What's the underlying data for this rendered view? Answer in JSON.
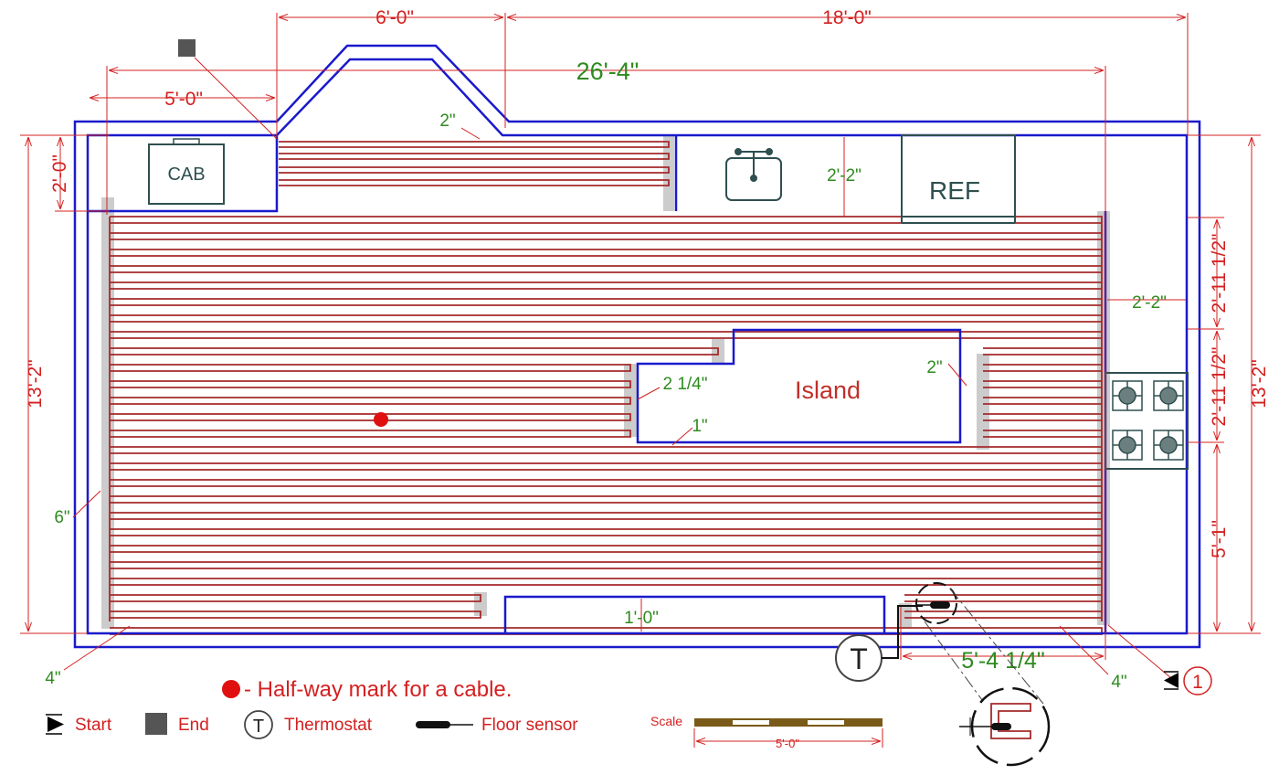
{
  "dimensions": {
    "top_6ft": "6'-0\"",
    "top_18ft": "18'-0\"",
    "total_width": "26'-4\"",
    "cab_width": "5'-0\"",
    "cab_depth": "2'-0\"",
    "left_height": "13'-2\"",
    "right_height": "13'-2\"",
    "right_2ft11_a": "2'-11 1/2\"",
    "right_2ft11_b": "2'-11 1/2\"",
    "right_5ft1": "5'-1\"",
    "sink_depth": "2'-2\"",
    "range_gap": "2'-2\"",
    "bottom_1ft": "1'-0\"",
    "bottom_5ft4": "5'-4 1/4\"",
    "gap_2in_top": "2\"",
    "gap_2in_island": "2\"",
    "gap_2_1_4": "2 1/4\"",
    "gap_1in": "1\"",
    "gap_6in": "6\"",
    "gap_4in_left": "4\"",
    "gap_4in_right": "4\""
  },
  "fixtures": {
    "cab": "CAB",
    "ref": "REF",
    "island": "Island",
    "sink_icon": "sink-icon",
    "range_icon": "cooktop-icon"
  },
  "legend": {
    "halfway_note": "- Half-way mark for a cable.",
    "start": "Start",
    "end": "End",
    "thermostat": "Thermostat",
    "thermostat_symbol": "T",
    "floor_sensor": "Floor sensor",
    "scale_label": "Scale",
    "scale_value": "5'-0\"",
    "section_marker": "1"
  },
  "colors": {
    "wall": "#1a1acc",
    "cable": "#a52a2a",
    "dimension": "#d42020",
    "spacing_text": "#2e8b1f",
    "fixture": "#2f4f4f",
    "strap": "#cccccc"
  },
  "cable_runs": {
    "upper_alcove_runs": 4,
    "main_runs": 26
  }
}
